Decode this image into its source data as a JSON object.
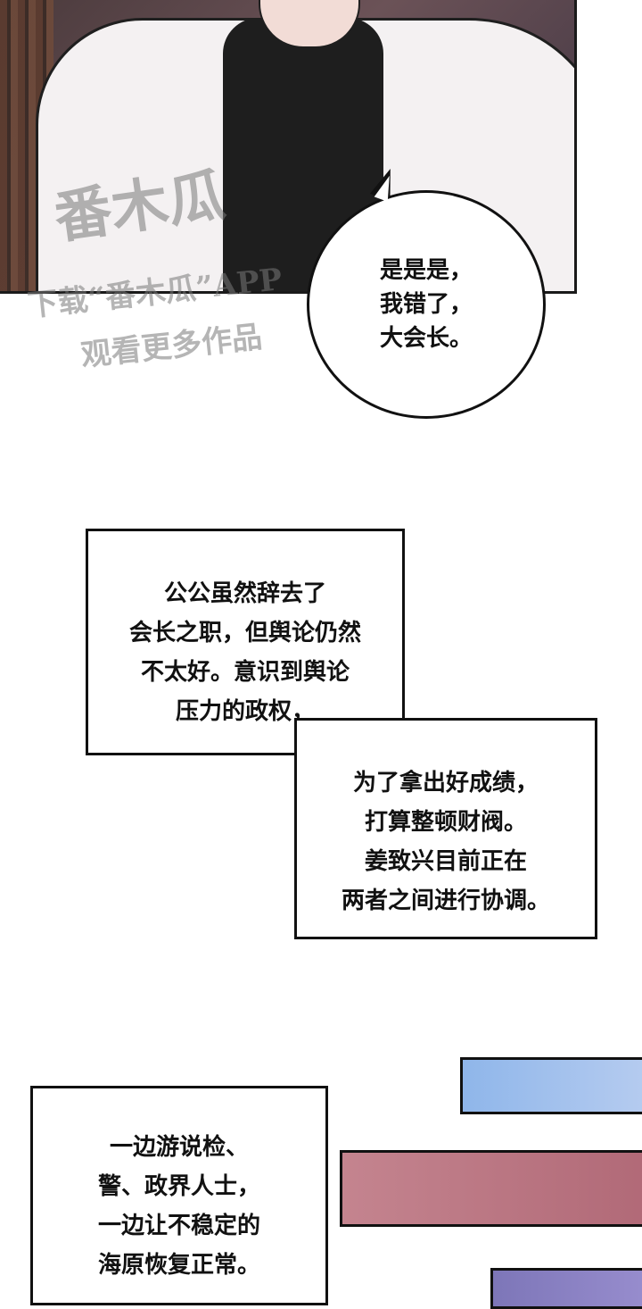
{
  "speech_bubble": {
    "lines": [
      "是是是，",
      "我错了，",
      "大会长。"
    ]
  },
  "watermark": {
    "logo": "番木瓜",
    "line1": "下载“番木瓜”APP",
    "line2": "观看更多作品"
  },
  "narration_1": {
    "lines": [
      "公公虽然辞去了",
      "会长之职，但舆论仍然",
      "不太好。意识到舆论",
      "压力的政权，"
    ]
  },
  "narration_2": {
    "lines": [
      "为了拿出好成绩，",
      "打算整顿财阀。",
      "姜致兴目前正在",
      "两者之间进行协调。"
    ]
  },
  "narration_3": {
    "lines": [
      "一边游说检、",
      "警、政界人士，",
      "一边让不稳定的",
      "海原恢复正常。"
    ]
  }
}
